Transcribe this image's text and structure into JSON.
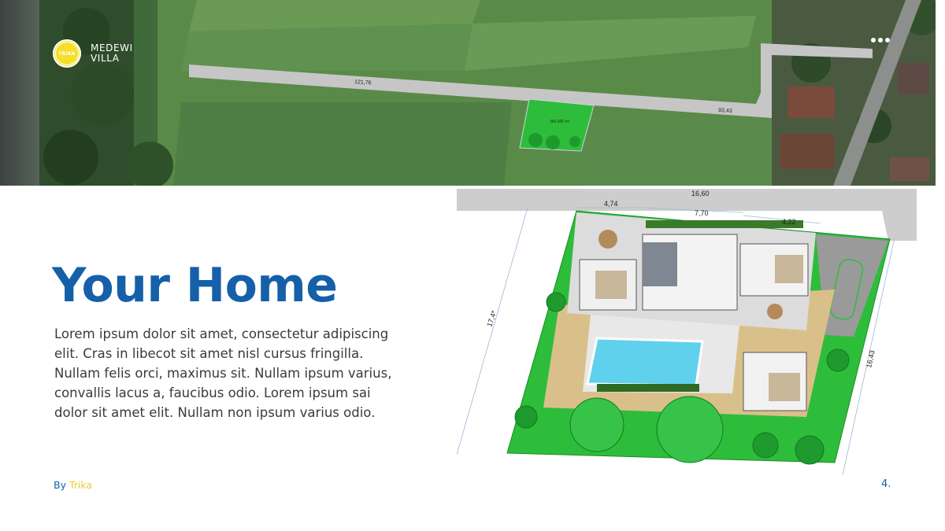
{
  "brand": {
    "logo_text": "TRIKA",
    "name_line1": "MEDEWI",
    "name_line2": "VILLA"
  },
  "menu": {
    "icon": "more-horizontal-icon"
  },
  "aerial_map": {
    "road_length_1": "121,76",
    "road_length_2": "93,43",
    "plot_area": "360,000 m²"
  },
  "main": {
    "title": "Your Home",
    "body": "Lorem ipsum dolor sit amet, consectetur adipiscing elit. Cras in libecot sit amet nisl cursus fringilla. Nullam felis orci, maximus sit. Nullam ipsum varius, convallis lacus a, faucibus odio. Lorem ipsum sai dolor sit amet elit. Nullam non ipsum varius odio."
  },
  "floor_plan": {
    "dim_top_total": "16,60",
    "dim_left_room": "4,74",
    "dim_center": "7,70",
    "dim_right_room": "4,22",
    "dim_left_side": "17,4*",
    "dim_right_side": "16,43"
  },
  "footer": {
    "by_label": "By",
    "author": "Trika",
    "page_number": "4."
  },
  "colors": {
    "accent_blue": "#1560a8",
    "accent_yellow": "#e8cf2a",
    "plot_green": "#2ebd3a"
  }
}
